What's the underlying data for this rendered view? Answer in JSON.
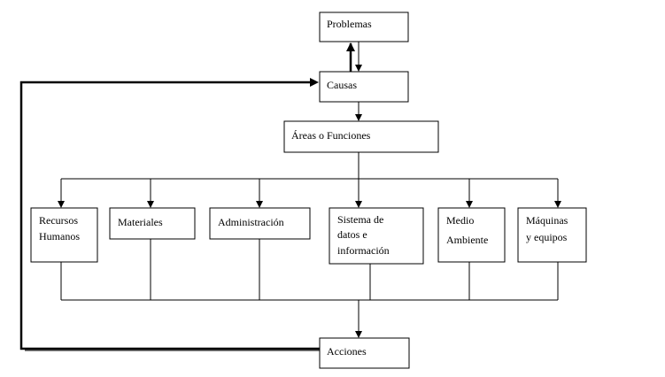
{
  "diagram": {
    "problem": "Problemas",
    "causes": "Causas",
    "areas": "Áreas o Funciones",
    "functions": [
      {
        "line1": "Recursos",
        "line2": "Humanos"
      },
      {
        "line1": "Materiales"
      },
      {
        "line1": "Administración"
      },
      {
        "line1": "Sistema de",
        "line2": "datos e",
        "line3": "información"
      },
      {
        "line1": "Medio",
        "line2": "Ambiente"
      },
      {
        "line1": "Máquinas",
        "line2": "y equipos"
      }
    ],
    "actions": "Acciones"
  }
}
